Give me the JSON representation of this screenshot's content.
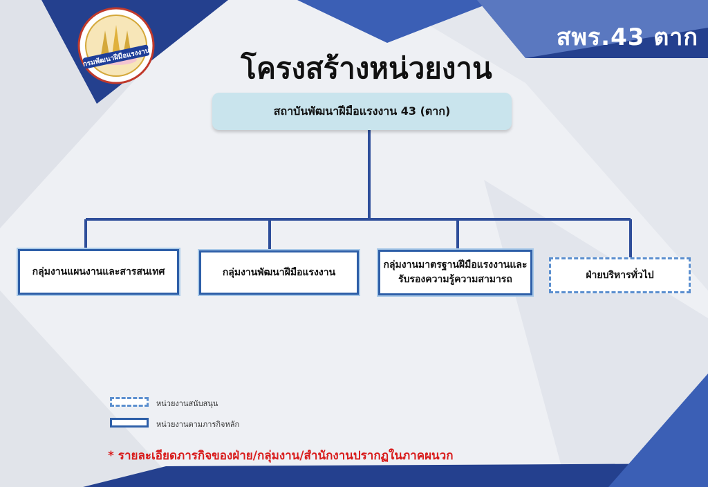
{
  "header": {
    "corner_title": "สพร.43 ตาก",
    "main_title": "โครงสร้างหน่วยงาน"
  },
  "logo": {
    "icon": "department-seal-icon",
    "text": "กรมพัฒนาฝีมือแรงงาน"
  },
  "org": {
    "root": "สถาบันพัฒนาฝีมือแรงงาน 43 (ตาก)",
    "units": [
      {
        "label": "กลุ่มงานแผนงานและสารสนเทศ",
        "type": "main"
      },
      {
        "label": "กลุ่มงานพัฒนาฝีมือแรงงาน",
        "type": "main"
      },
      {
        "label_line1": "กลุ่มงานมาตรฐานฝีมือแรงงานและ",
        "label_line2": "รับรองความรู้ความสามารถ",
        "type": "main"
      },
      {
        "label": "ฝ่ายบริหารทั่วไป",
        "type": "support"
      }
    ]
  },
  "legend": {
    "support": "หน่วยงานสนับสนุน",
    "main": "หน่วยงานตามภารกิจหลัก"
  },
  "note": "* รายละเอียดภารกิจของฝ่าย/กลุ่มงาน/สำนักงานปรากฏในภาคผนวก",
  "colors": {
    "navy": "#24408e",
    "blue": "#3b5fb5",
    "line": "#2e4e9a",
    "root_fill": "#c9e4ed",
    "note_red": "#d81b1b"
  }
}
